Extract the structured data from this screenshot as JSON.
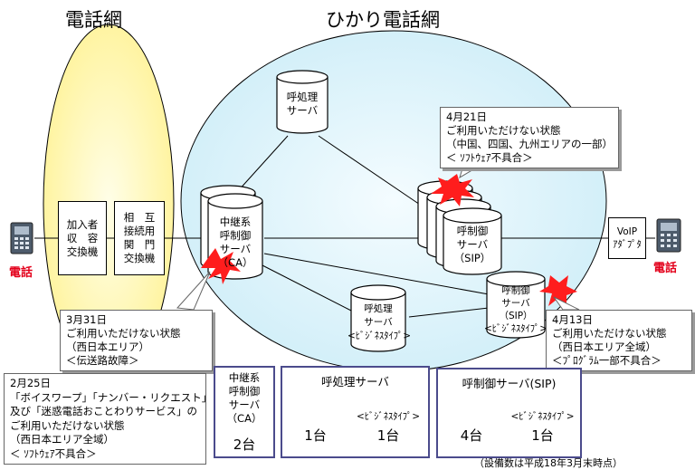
{
  "titles": {
    "phone_network": "電話網",
    "hikari_network": "ひかり電話網"
  },
  "phones": {
    "left": "電話",
    "right": "電話"
  },
  "exchanges": {
    "subscriber": [
      "加入者",
      "収　容",
      "交換機"
    ],
    "interconnect": [
      "相　互",
      "接続用",
      "関　門",
      "交換機"
    ]
  },
  "voip_adapter": [
    "VoIP",
    "ｱﾀﾞﾌﾟﾀ"
  ],
  "servers": {
    "call_processing_top": "呼処理\nサーバ",
    "ca": "中継系\n呼制御\nサーバ\n（CA）",
    "sip_main": "呼制御\nサーバ\n（SIP）",
    "call_processing_biz": "呼処理\nサーバ\n<ﾋﾞｼﾞﾈｽﾀｲﾌﾟ>",
    "sip_biz": "呼制御\nサーバ\n（SIP）\n<ﾋﾞｼﾞﾈｽﾀｲﾌﾟ>"
  },
  "notes": {
    "apr21": "4月21日\nご利用いただけない状態\n（中国、四国、九州エリアの一部）\n＜ ｿﾌﾄｳｪｱ不具合＞",
    "mar31": "3月31日\nご利用いただけない状態\n（西日本エリア）\n＜伝送路故障＞",
    "apr13": "4月13日\nご利用いただけない状態\n（西日本エリア全域）\n＜ﾌﾟﾛｸﾞﾗﾑ一部不具合＞",
    "feb25": "2月25日\n「ボイスワープ」「ナンバー・リクエスト」\n及び「迷惑電話おことわりサービス」の\nご利用いただけない状態\n（西日本エリア全域）\n＜ ｿﾌﾄｳｪｱ不具合＞"
  },
  "equipment": {
    "ca": {
      "label": "中継系\n呼制御\nサーバ\n（CA）",
      "count": "2台"
    },
    "call_processing": {
      "title": "呼処理サーバ",
      "standard_count": "1台",
      "business_label": "<ﾋﾞｼﾞﾈｽﾀｲﾌﾟ>",
      "business_count": "1台"
    },
    "sip": {
      "title": "呼制御サーバ(SIP)",
      "standard_count": "4台",
      "business_label": "<ﾋﾞｼﾞﾈｽﾀｲﾌﾟ>",
      "business_count": "1台"
    }
  },
  "footnote": "（設備数は平成18年3月末時点）",
  "colors": {
    "phone_network_fill": "#fffbb0",
    "hikari_fill": "#dff4fb",
    "burst": "#ff1d1d",
    "accent_red": "#e3001b",
    "panel_border": "#4b4b8c"
  }
}
